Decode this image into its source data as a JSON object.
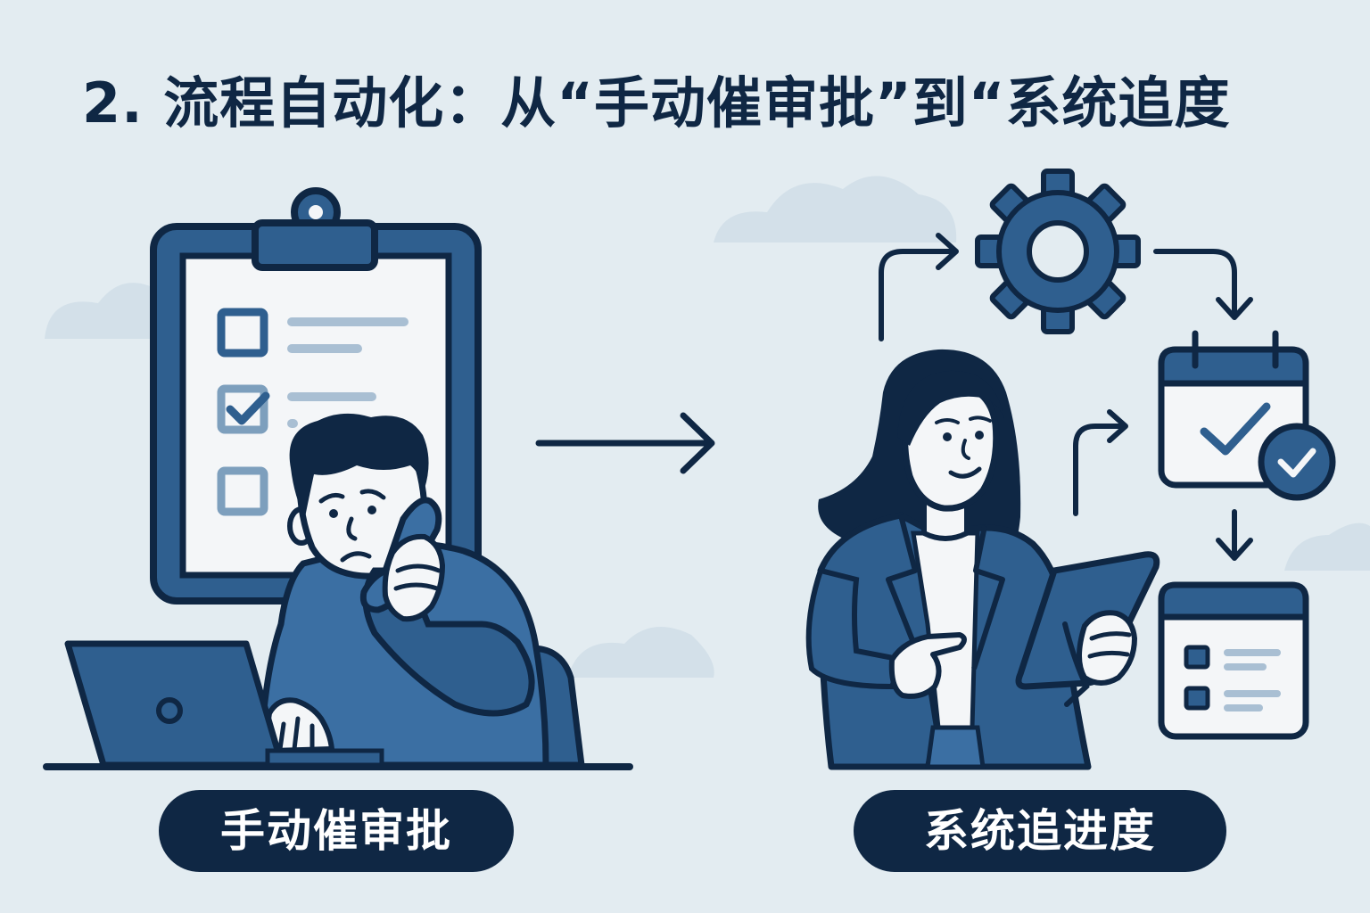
{
  "title": "2. 流程自动化：从“手动催审批”到“系统追度",
  "labels": {
    "manual": "手动催审批",
    "system": "系统追进度"
  },
  "colors": {
    "background": "#e3ecf1",
    "navy": "#0f2744",
    "blue": "#2f5f8f",
    "mid_blue": "#3b6fa3",
    "light_blue": "#7d9fbd",
    "paper": "#f4f6f8",
    "cloud": "#d3e0e9"
  },
  "icons": [
    "clipboard-icon",
    "checkbox-icon",
    "telephone-icon",
    "laptop-icon",
    "arrow-right-icon",
    "gear-icon",
    "calendar-check-icon",
    "check-badge-icon",
    "tablet-icon",
    "task-list-icon"
  ]
}
